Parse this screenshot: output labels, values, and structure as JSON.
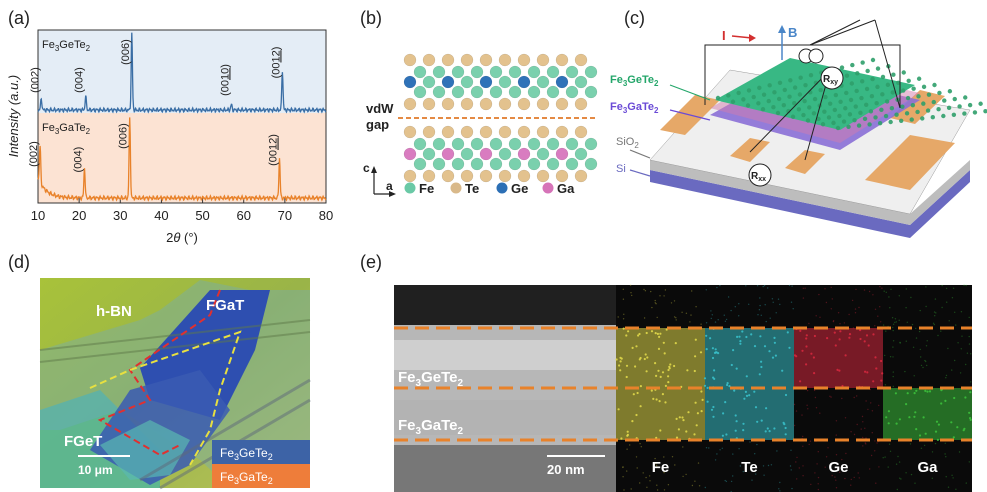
{
  "panels": {
    "a": "(a)",
    "b": "(b)",
    "c": "(c)",
    "d": "(d)",
    "e": "(e)"
  },
  "chart_data": {
    "type": "line",
    "xlabel_html_pre": "2",
    "xlabel_theta": "θ",
    "xlabel_unit": " (°)",
    "ylabel": "Intensity (a.u.)",
    "xlim": [
      10,
      80
    ],
    "xticks": [
      10,
      20,
      30,
      40,
      50,
      60,
      70,
      80
    ],
    "series": [
      {
        "name_parts": [
          "Fe",
          "3",
          "GeTe",
          "2"
        ],
        "color": "#3a6ea5",
        "peaks": [
          {
            "x": 10.8,
            "rel": 0.15,
            "label": "(002)"
          },
          {
            "x": 21.6,
            "rel": 0.18,
            "label": "(004)"
          },
          {
            "x": 32.8,
            "rel": 1.0,
            "label": "(006)"
          },
          {
            "x": 57.0,
            "rel": 0.07,
            "label": "(0010)",
            "label_main": "(00",
            "label_ul": "10",
            "label_end": ")"
          },
          {
            "x": 69.4,
            "rel": 0.52,
            "label": "(0012)",
            "label_main": "(00",
            "label_ul": "12",
            "label_end": ")"
          }
        ]
      },
      {
        "name_parts": [
          "Fe",
          "3",
          "GaTe",
          "2"
        ],
        "color": "#e8822a",
        "peaks": [
          {
            "x": 10.5,
            "rel": 0.45,
            "label": "(002)"
          },
          {
            "x": 21.3,
            "rel": 0.38,
            "label": "(004)"
          },
          {
            "x": 32.3,
            "rel": 1.0,
            "label": "(006)"
          },
          {
            "x": 68.7,
            "rel": 0.5,
            "label": "(0012)",
            "label_main": "(00",
            "label_ul": "12",
            "label_end": ")"
          }
        ]
      }
    ]
  },
  "crystal": {
    "vdw": "vdW",
    "gap": "gap",
    "axis_c": "c",
    "axis_a": "a",
    "legend": [
      {
        "label": "Fe",
        "color": "#6ac9a6"
      },
      {
        "label": "Te",
        "color": "#d9b98a"
      },
      {
        "label": "Ge",
        "color": "#2c6fb5"
      },
      {
        "label": "Ga",
        "color": "#d673b8"
      }
    ]
  },
  "device": {
    "current": "I",
    "field": "B",
    "fgt_label": [
      "Fe",
      "3",
      "GeTe",
      "2"
    ],
    "fgat_label": [
      "Fe",
      "3",
      "GaTe",
      "2"
    ],
    "sio2": [
      "SiO",
      "2"
    ],
    "si": "Si",
    "rxy": [
      "R",
      "xy"
    ],
    "rxx": [
      "R",
      "xx"
    ]
  },
  "optical": {
    "hbn": "h-BN",
    "fgat": "FGaT",
    "fget": "FGeT",
    "scalebar": "10 μm",
    "legend": [
      {
        "parts": [
          "Fe",
          "3",
          "GeTe",
          "2"
        ],
        "color": "#3d63a6"
      },
      {
        "parts": [
          "Fe",
          "3",
          "GaTe",
          "2"
        ],
        "color": "#ee7d3a"
      }
    ]
  },
  "stem": {
    "fgt": [
      "Fe",
      "3",
      "GeTe",
      "2"
    ],
    "fgat": [
      "Fe",
      "3",
      "GaTe",
      "2"
    ],
    "scalebar": "20 nm",
    "maps": [
      {
        "label": "Fe",
        "color": "#e0d84a"
      },
      {
        "label": "Te",
        "color": "#38bfc9"
      },
      {
        "label": "Ge",
        "color": "#d4283e"
      },
      {
        "label": "Ga",
        "color": "#3cbf3c"
      }
    ]
  }
}
